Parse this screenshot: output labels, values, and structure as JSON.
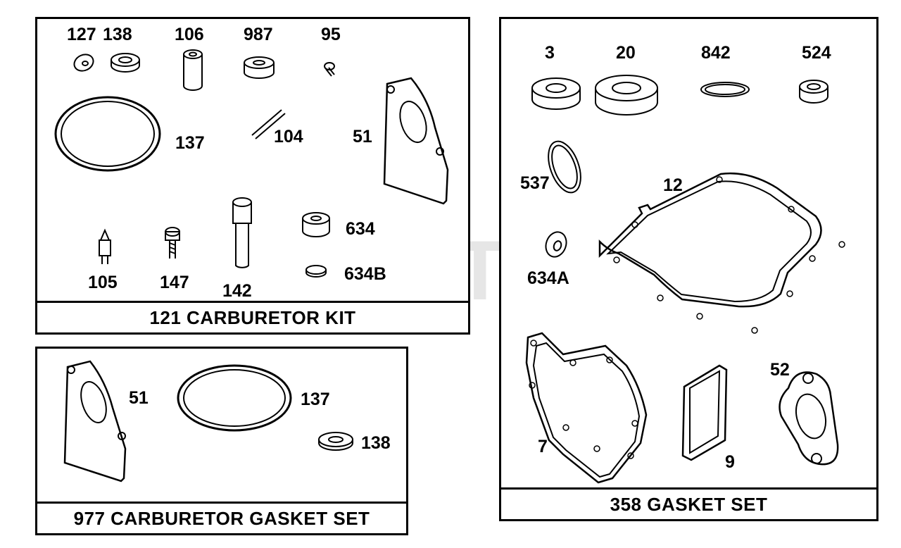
{
  "watermark": {
    "text": "PartsTree",
    "tm": "TM"
  },
  "carburetor_kit": {
    "title": "121 CARBURETOR KIT",
    "labels": {
      "p127": "127",
      "p138": "138",
      "p106": "106",
      "p987": "987",
      "p95": "95",
      "p137": "137",
      "p104": "104",
      "p51": "51",
      "p634": "634",
      "p634b": "634B",
      "p105": "105",
      "p147": "147",
      "p142": "142"
    }
  },
  "gasket_set_carb": {
    "title": "977 CARBURETOR GASKET SET",
    "labels": {
      "p51": "51",
      "p137": "137",
      "p138": "138"
    }
  },
  "gasket_set": {
    "title": "358 GASKET SET",
    "labels": {
      "p3": "3",
      "p20": "20",
      "p842": "842",
      "p524": "524",
      "p537": "537",
      "p12": "12",
      "p634a": "634A",
      "p7": "7",
      "p9": "9",
      "p52": "52"
    }
  }
}
